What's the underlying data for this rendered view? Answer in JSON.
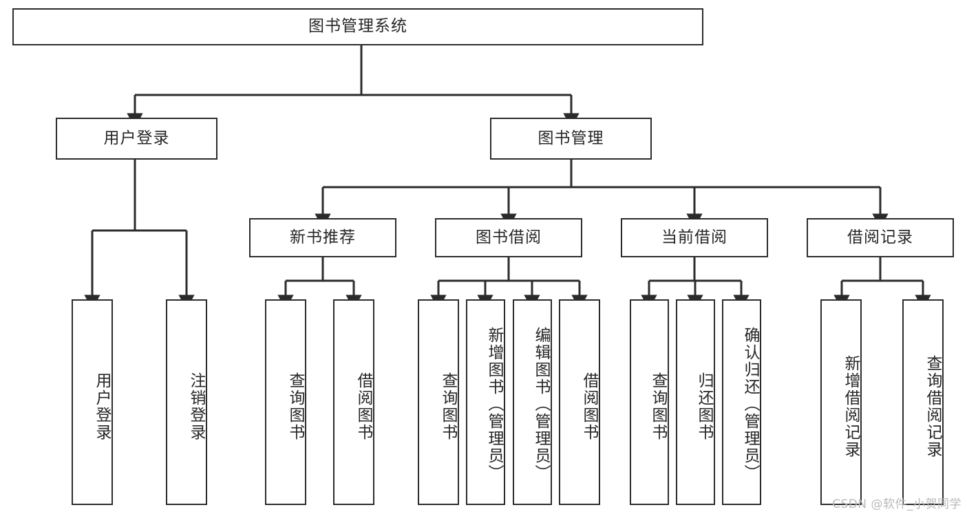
{
  "diagram": {
    "title": "图书管理系统",
    "type": "tree-hierarchy",
    "root": {
      "label": "图书管理系统"
    },
    "level2": [
      {
        "label": "用户登录"
      },
      {
        "label": "图书管理"
      }
    ],
    "level3": [
      {
        "label": "新书推荐",
        "parent": "图书管理"
      },
      {
        "label": "图书借阅",
        "parent": "图书管理"
      },
      {
        "label": "当前借阅",
        "parent": "图书管理"
      },
      {
        "label": "借阅记录",
        "parent": "图书管理"
      }
    ],
    "leaves": {
      "user_login": [
        {
          "label": "用户登录"
        },
        {
          "label": "注销登录"
        }
      ],
      "new_book_recommend": [
        {
          "label": "查询图书"
        },
        {
          "label": "借阅图书"
        }
      ],
      "book_borrow": [
        {
          "label": "查询图书"
        },
        {
          "label": "新增图书（管理员）"
        },
        {
          "label": "编辑图书（管理员）"
        },
        {
          "label": "借阅图书"
        }
      ],
      "current_borrow": [
        {
          "label": "查询图书"
        },
        {
          "label": "归还图书"
        },
        {
          "label": "确认归还（管理员）"
        }
      ],
      "borrow_record": [
        {
          "label": "新增借阅记录"
        },
        {
          "label": "查询借阅记录"
        }
      ]
    }
  },
  "watermark": {
    "text": "CSDN @软件_小贺同学"
  },
  "colors": {
    "stroke": "#2b2b2b",
    "text": "#262626",
    "background": "#ffffff",
    "watermark": "#b9b9b9"
  }
}
